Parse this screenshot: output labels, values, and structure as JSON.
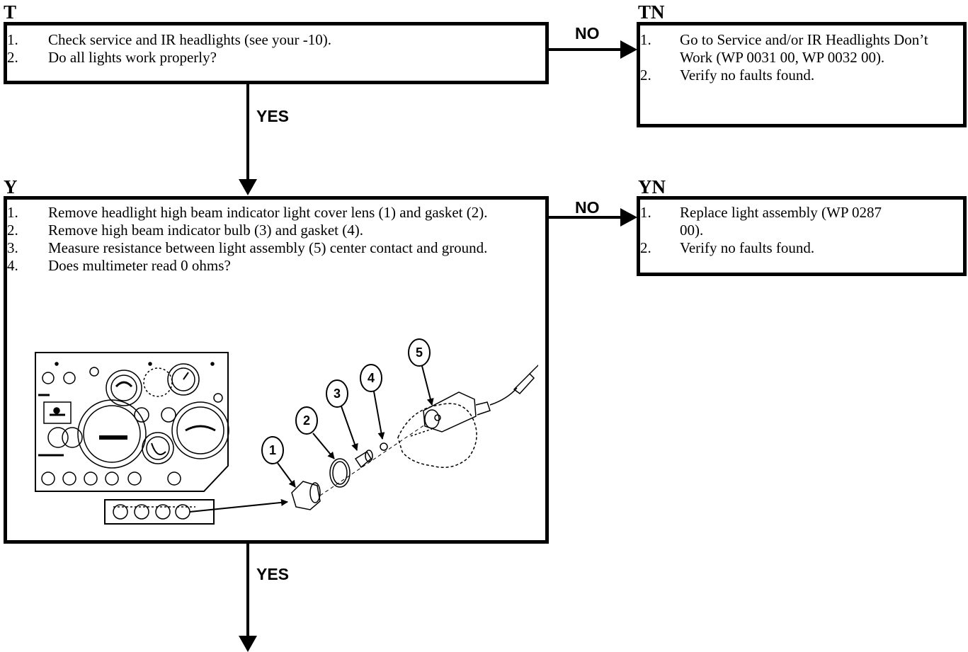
{
  "steps": {
    "T": {
      "label": "T",
      "items": [
        {
          "num": "1.",
          "text": "Check service and IR headlights (see your -10)."
        },
        {
          "num": "2.",
          "text": "Do all lights work properly?"
        }
      ]
    },
    "TN": {
      "label": "TN",
      "items": [
        {
          "num": "1.",
          "text": "Go to Service and/or IR Headlights Don’t Work (WP 0031 00, WP 0032 00)."
        },
        {
          "num": "2.",
          "text": "Verify no faults found."
        }
      ]
    },
    "Y": {
      "label": "Y",
      "items": [
        {
          "num": "1.",
          "text": "Remove headlight high beam indicator light cover lens (1) and gasket (2)."
        },
        {
          "num": "2.",
          "text": "Remove high beam indicator bulb (3) and gasket (4)."
        },
        {
          "num": "3.",
          "text": "Measure resistance between light assembly (5) center contact and ground."
        },
        {
          "num": "4.",
          "text": "Does multimeter read 0 ohms?"
        }
      ]
    },
    "YN": {
      "label": "YN",
      "items": [
        {
          "num": "1.",
          "text": "Replace light assembly (WP 0287 00)."
        },
        {
          "num": "2.",
          "text": "Verify no faults found."
        }
      ]
    }
  },
  "branches": {
    "t_no": "NO",
    "t_yes": "YES",
    "y_no": "NO",
    "y_yes": "YES"
  },
  "callouts": [
    "1",
    "2",
    "3",
    "4",
    "5"
  ]
}
